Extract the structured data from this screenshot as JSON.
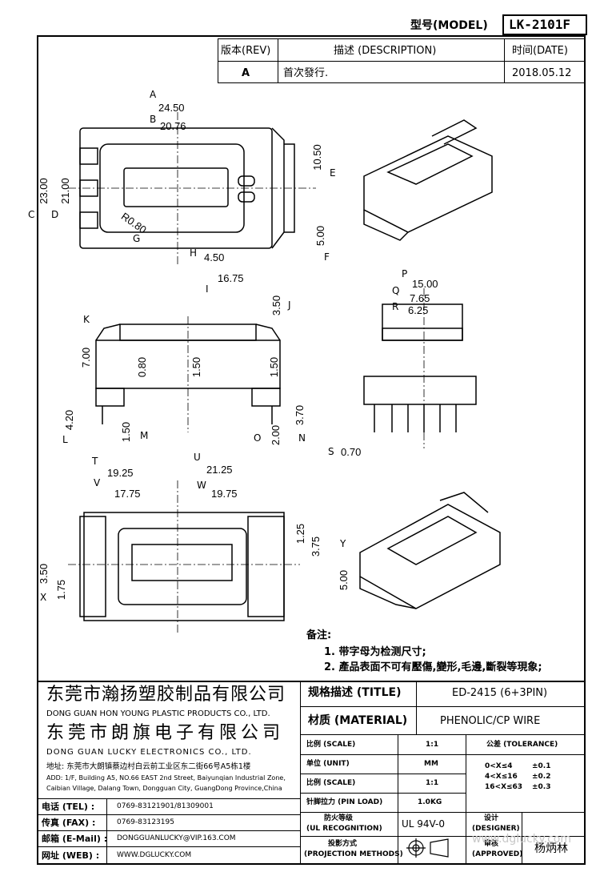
{
  "header": {
    "model_label": "型号(MODEL)",
    "model_value": "LK-2101F"
  },
  "revision": {
    "col_rev": "版本(REV)",
    "col_desc": "描述 (DESCRIPTION)",
    "col_date": "时间(DATE)",
    "rows": [
      {
        "rev": "A",
        "desc": "首次發行.",
        "date": "2018.05.12"
      }
    ]
  },
  "callouts": [
    "A",
    "B",
    "C",
    "D",
    "E",
    "F",
    "G",
    "H",
    "I",
    "J",
    "K",
    "L",
    "M",
    "N",
    "O",
    "P",
    "Q",
    "R",
    "S",
    "T",
    "U",
    "V",
    "W",
    "X",
    "Y"
  ],
  "dimensions": {
    "A": "24.50",
    "B": "20.76",
    "C": "23.00",
    "D": "21.00",
    "E": "10.50",
    "F": "5.00",
    "G": "R0.80",
    "H": "4.50",
    "I": "16.75",
    "J": "3.50",
    "K": "7.00",
    "L": "4.20",
    "M": "1.50",
    "N": "3.70",
    "O": "2.00",
    "mid1": "0.80",
    "mid2": "1.50",
    "mid3": "1.50",
    "P": "15.00",
    "Q": "7.65",
    "R": "6.25",
    "S": "0.70",
    "T": "19.25",
    "U": "21.25",
    "V": "17.75",
    "W": "19.75",
    "X1": "3.50",
    "X2": "1.75",
    "Y": "5.00",
    "Y1": "1.25",
    "Y2": "3.75"
  },
  "notes": {
    "title": "备注:",
    "items": [
      "1. 带字母为检测尺寸;",
      "2. 產品表面不可有壓傷,變形,毛邊,斷裂等現象;"
    ]
  },
  "company": {
    "name_cn_1": "东莞市瀚扬塑胶制品有限公司",
    "name_en_1": "DONG GUAN HON YOUNG PLASTIC PRODUCTS CO., LTD.",
    "name_cn_2": "东莞市朗旗电子有限公司",
    "name_en_2": "DONG GUAN LUCKY ELECTRONICS CO., LTD.",
    "address_cn": "地址: 东莞市大朗镇蔡边村白云前工业区东二街66号A5栋1楼",
    "address_en_1": "ADD: 1/F, Building A5, NO.66 EAST 2nd Street, Baiyunqian Industrial Zone,",
    "address_en_2": "Caibian Village, Dalang Town, Dongguan City, GuangDong Province,China"
  },
  "contact": [
    {
      "label": "电话 (TEL) :",
      "value": "0769-83121901/81309001"
    },
    {
      "label": "传真 (FAX) :",
      "value": "0769-83123195"
    },
    {
      "label": "邮箱 (E-Mail) :",
      "value": "DONGGUANLUCKY@VIP.163.COM"
    },
    {
      "label": "网址 (WEB) :",
      "value": "WWW.DGLUCKY.COM"
    }
  ],
  "spec": {
    "title_label": "规格描述 (TITLE)",
    "title_value": "ED-2415 (6+3PIN)",
    "material_label": "材质 (MATERIAL)",
    "material_value": "PHENOLIC/CP WIRE",
    "scale_label": "比例 (SCALE)",
    "scale_value": "1:1",
    "tolerance_label": "公差 (TOLERANCE)",
    "unit_label": "单位 (UNIT)",
    "unit_value": "MM",
    "scale2_label": "比例 (SCALE)",
    "scale2_value": "1:1",
    "tol_rows": [
      {
        "range": "0<X≤4",
        "tol": "±0.1"
      },
      {
        "range": "4<X≤16",
        "tol": "±0.2"
      },
      {
        "range": "16<X≤63",
        "tol": "±0.3"
      }
    ],
    "pin_load_label": "针脚拉力 (PIN LOAD)",
    "pin_load_value": "1.0KG",
    "ul_label_cn": "防火等级",
    "ul_label_en": "(UL RECOGNITION)",
    "ul_value": "UL 94V-0",
    "designer_label_cn": "设计",
    "designer_label_en": "(DESIGNER)",
    "approved_label_cn": "审核",
    "approved_label_en": "(APPROVED)",
    "approver": "杨炳林",
    "projection_label_cn": "投影方式",
    "projection_label_en": "(PROJECTION METHODS)",
    "watermark": "www.dglucky.com"
  }
}
